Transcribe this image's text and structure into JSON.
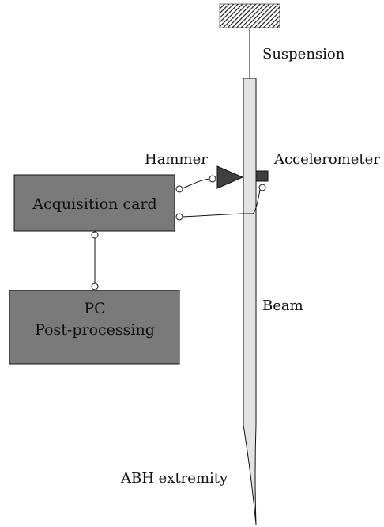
{
  "labels": {
    "suspension": "Suspension",
    "hammer": "Hammer",
    "accelerometer": "Accelerometer",
    "acquisition_card": "Acquisition card",
    "pc_line1": "PC",
    "pc_line2": "Post-processing",
    "beam": "Beam",
    "abh_extremity": "ABH extremity"
  },
  "colors": {
    "box_fill": "#7a7a7a",
    "beam_fill": "#e3e3e3",
    "sensor_fill": "#404040",
    "line": "#111111"
  }
}
